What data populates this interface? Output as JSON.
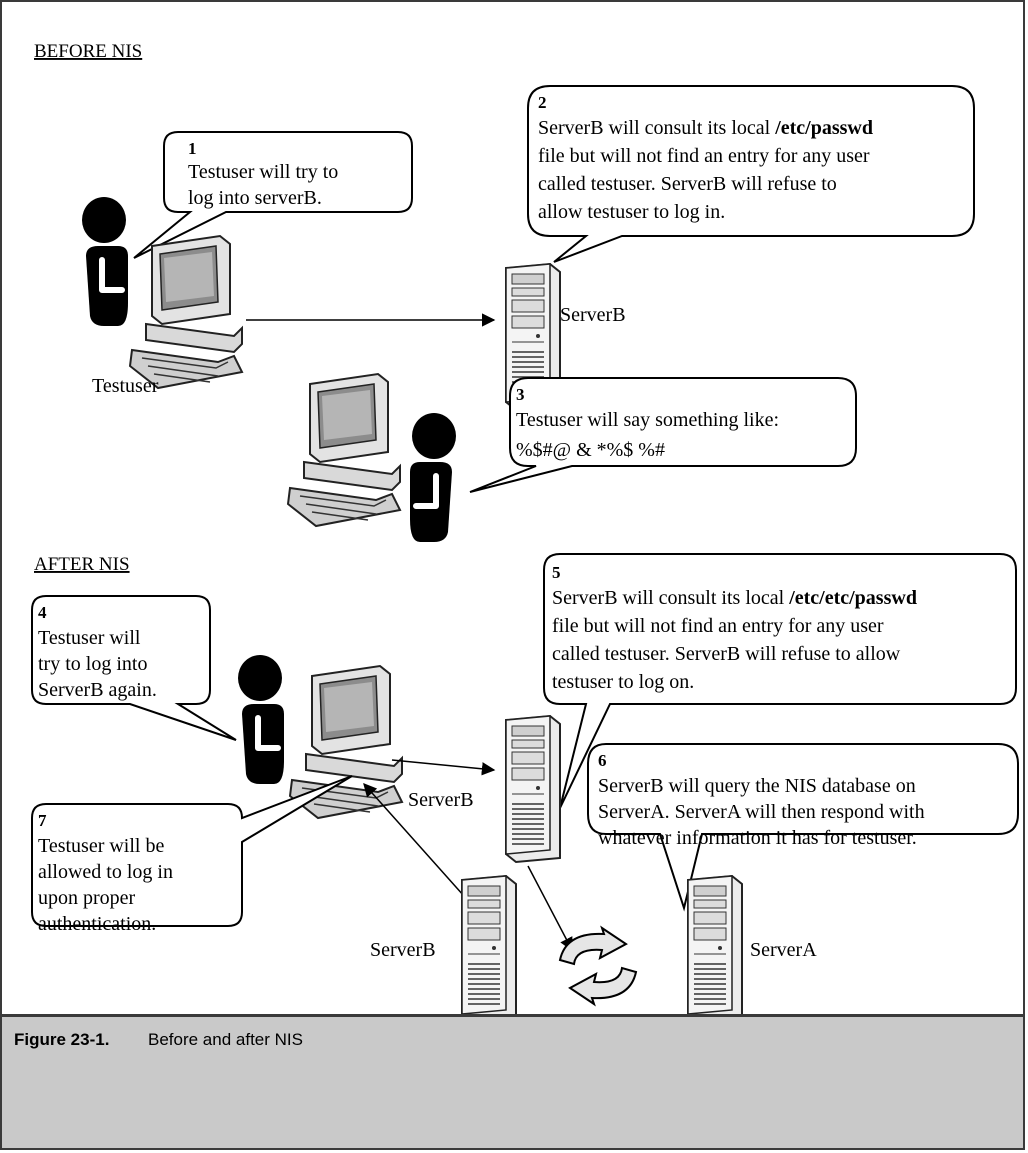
{
  "sections": {
    "before": "BEFORE NIS",
    "after": "AFTER NIS"
  },
  "callouts": {
    "c1": {
      "num": "1",
      "lines": [
        "Testuser will try to",
        "log into serverB."
      ]
    },
    "c2": {
      "num": "2",
      "lines": [
        "ServerB will consult its local ",
        "file but will not find an entry for any user",
        "called testuser. ServerB will refuse to",
        "allow testuser to log in."
      ],
      "bold": "/etc/passwd"
    },
    "c3": {
      "num": "3",
      "lines": [
        "Testuser will say something like:",
        "%$#@ & *%$ %#"
      ]
    },
    "c4": {
      "num": "4",
      "lines": [
        "Testuser will",
        "try to log into",
        "ServerB again."
      ]
    },
    "c5": {
      "num": "5",
      "lines": [
        "ServerB will consult its local ",
        "file but will not find an entry for any user",
        "called testuser. ServerB will refuse to allow",
        "testuser to log on."
      ],
      "bold": "/etc/etc/passwd"
    },
    "c6": {
      "num": "6",
      "lines": [
        "ServerB will query the NIS database on",
        "ServerA. ServerA will then respond with",
        "whatever information it has for testuser."
      ]
    },
    "c7": {
      "num": "7",
      "lines": [
        "Testuser will be",
        "allowed to log in",
        "upon proper",
        "authentication."
      ]
    }
  },
  "labels": {
    "testuser": "Testuser",
    "serverB_top": "ServerB",
    "serverB_mid": "ServerB",
    "serverB_bottom": "ServerB",
    "serverA": "ServerA"
  },
  "caption": {
    "number": "Figure 23-1.",
    "text": "Before and after NIS"
  },
  "icons": [
    "user-icon",
    "workstation-icon",
    "server-icon",
    "sync-icon"
  ]
}
